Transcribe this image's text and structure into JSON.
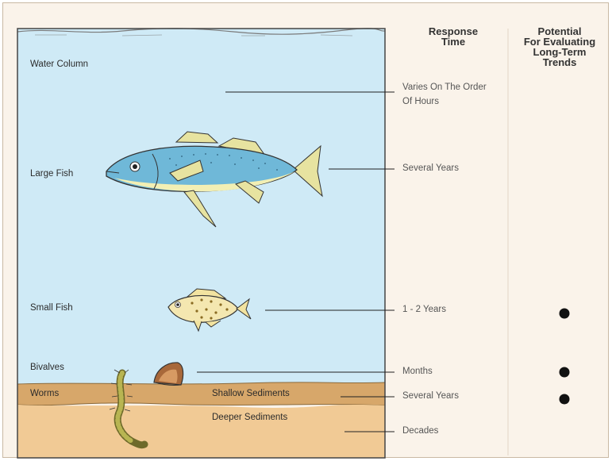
{
  "headers": {
    "response_time": [
      "Response",
      "Time"
    ],
    "potential": [
      "Potential",
      "For Evaluating",
      "Long-Term",
      "Trends"
    ]
  },
  "rows": [
    {
      "id": "water-column",
      "label": "Water Column",
      "response": [
        "Varies On The Order",
        "Of Hours"
      ],
      "long_term": false
    },
    {
      "id": "large-fish",
      "label": "Large Fish",
      "response": [
        "Several Years"
      ],
      "long_term": false
    },
    {
      "id": "small-fish",
      "label": "Small Fish",
      "response": [
        "1 - 2 Years"
      ],
      "long_term": true
    },
    {
      "id": "bivalves",
      "label": "Bivalves",
      "response": [
        "Months"
      ],
      "long_term": true
    },
    {
      "id": "worms",
      "label": "Worms",
      "response": [],
      "long_term": false
    },
    {
      "id": "shallow-sediments",
      "label": "Shallow Sediments",
      "response": [
        "Several Years"
      ],
      "long_term": true
    },
    {
      "id": "deeper-sediments",
      "label": "Deeper Sediments",
      "response": [
        "Decades"
      ],
      "long_term": false
    }
  ],
  "colors": {
    "water": "#cfeaf6",
    "shallow_sediment": "#d7a76a",
    "deeper_sediment": "#f1ca95",
    "page": "#faf3ea",
    "dot": "#111111"
  }
}
